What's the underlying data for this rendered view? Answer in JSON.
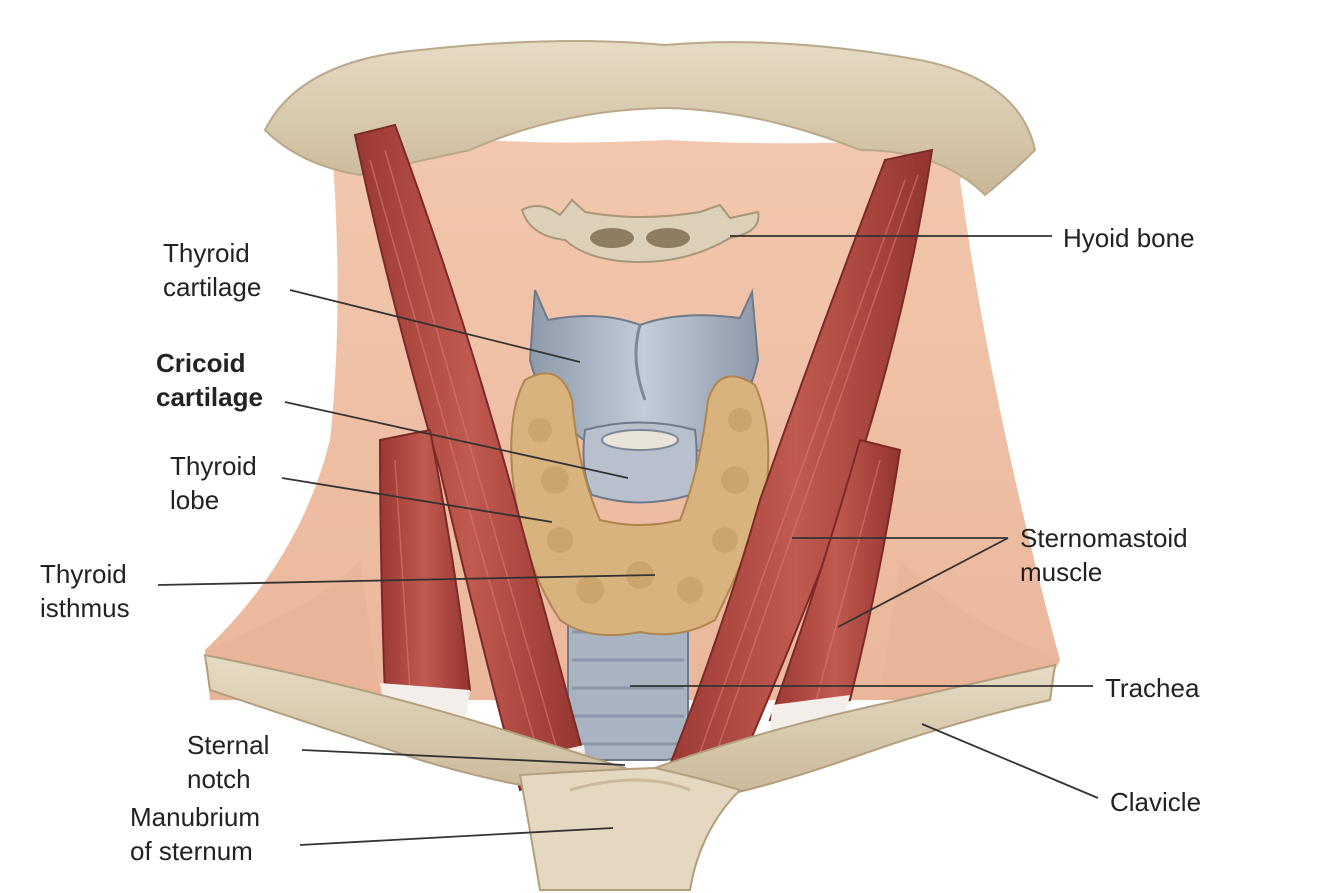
{
  "figure": {
    "colors": {
      "skin": "#efbfa4",
      "skin_shadow": "#e3a88a",
      "bone": "#ddd0b6",
      "bone_dark": "#b9a98a",
      "muscle": "#b34a42",
      "muscle_dark": "#8f302b",
      "cartilage": "#a8b3c2",
      "cartilage_dark": "#7c8797",
      "gland": "#dcb783",
      "gland_dark": "#b98f59",
      "tendon": "#f4eeea",
      "leader": "#333333"
    },
    "labels": {
      "hyoid_bone": "Hyoid bone",
      "thyroid_cartilage": "Thyroid\ncartilage",
      "cricoid_cartilage": "Cricoid\ncartilage",
      "thyroid_lobe": "Thyroid\nlobe",
      "thyroid_isthmus": "Thyroid\nisthmus",
      "sternomastoid_muscle": "Sternomastoid\nmuscle",
      "trachea": "Trachea",
      "sternal_notch": "Sternal\nnotch",
      "clavicle": "Clavicle",
      "manubrium_of_sternum": "Manubrium\nof sternum"
    }
  }
}
